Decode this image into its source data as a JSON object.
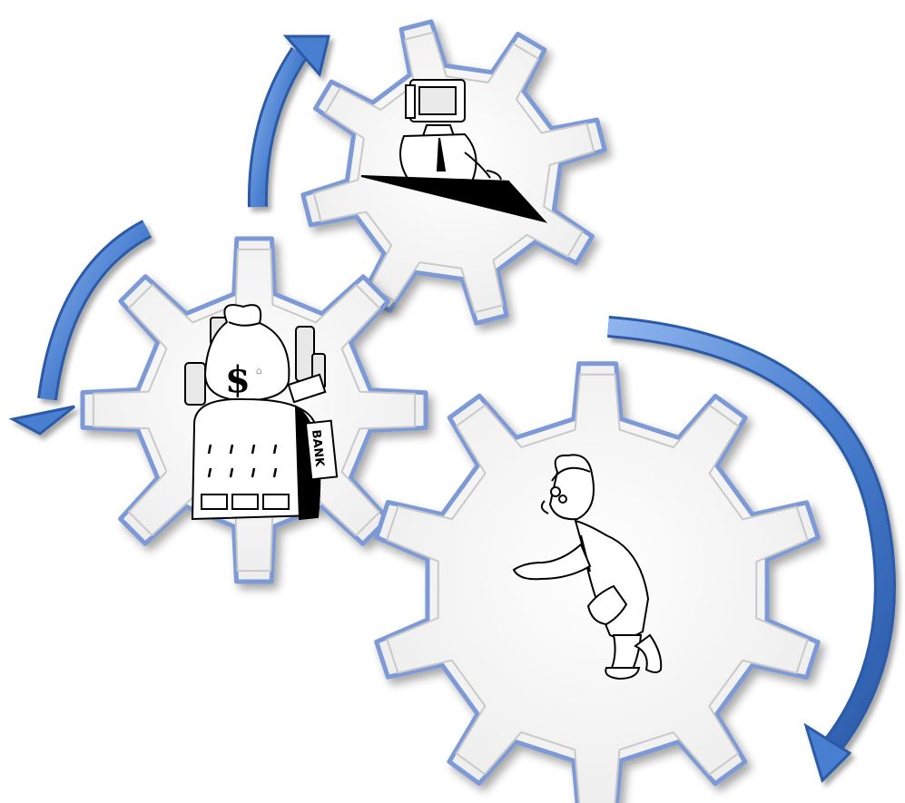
{
  "diagram": {
    "gears": [
      {
        "id": "computer-operator",
        "icon": "computer-operator-icon"
      },
      {
        "id": "bank",
        "icon": "bank-money-icon"
      },
      {
        "id": "person",
        "icon": "gesturing-man-icon"
      }
    ],
    "arrows": [
      {
        "from": "bank",
        "to": "computer-operator",
        "direction": "clockwise"
      },
      {
        "from": "computer-operator",
        "to": "bank",
        "direction": "counterclockwise"
      },
      {
        "from": "computer-operator",
        "to": "person",
        "direction": "clockwise"
      }
    ],
    "labels": {
      "bank_sign": "BANK",
      "currency_symbol": "$"
    },
    "colors": {
      "arrow_blue": "#4a7fd0",
      "arrow_dark": "#2a5aa8",
      "gear_fill": "#f4f4f4",
      "gear_outline": "#7d9ad6"
    }
  }
}
